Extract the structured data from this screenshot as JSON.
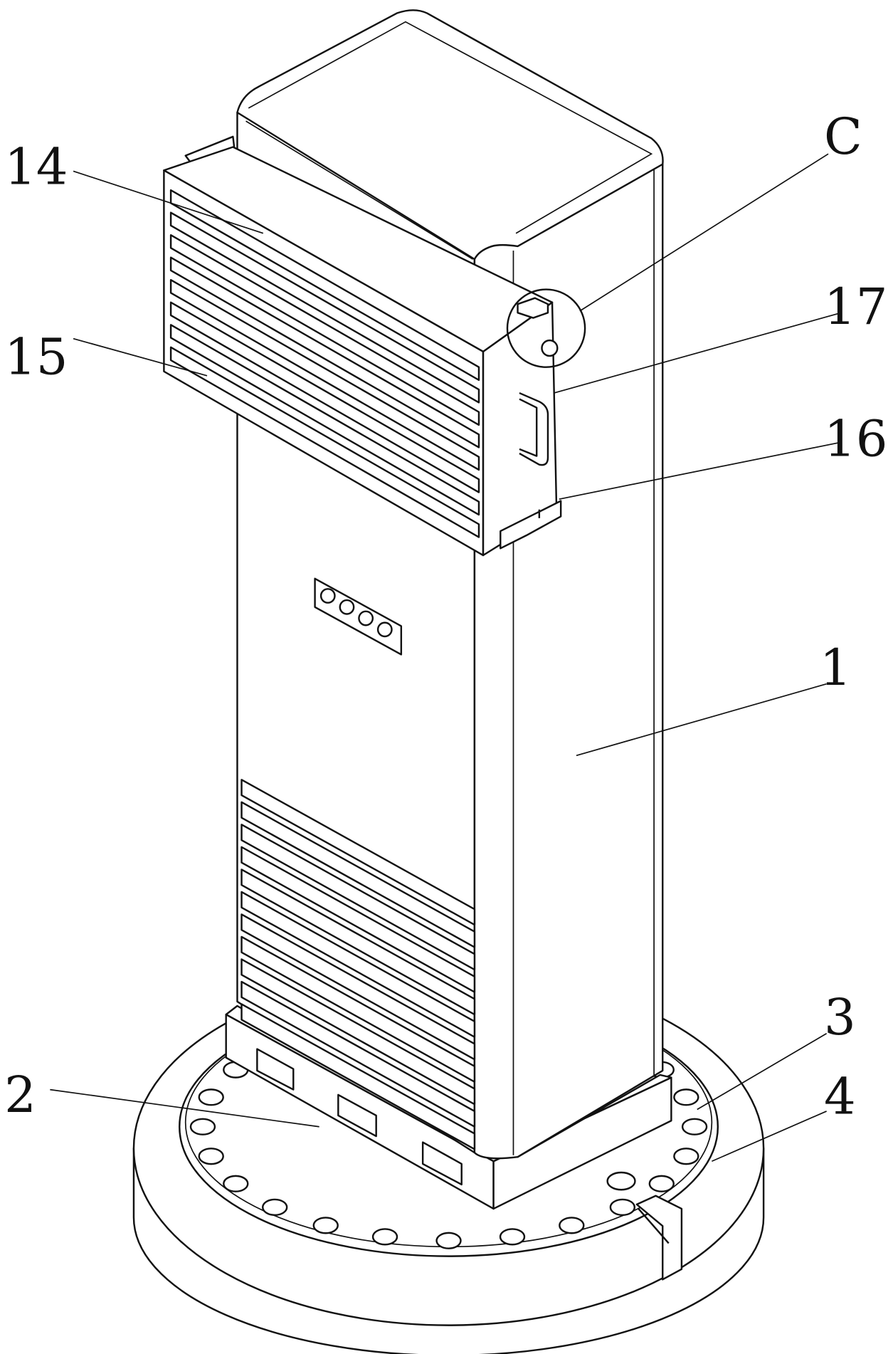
{
  "figure": {
    "labels": {
      "l14": "14",
      "l15": "15",
      "lC": "C",
      "l17": "17",
      "l16": "16",
      "l1": "1",
      "l3": "3",
      "l4": "4",
      "l2": "2"
    }
  }
}
